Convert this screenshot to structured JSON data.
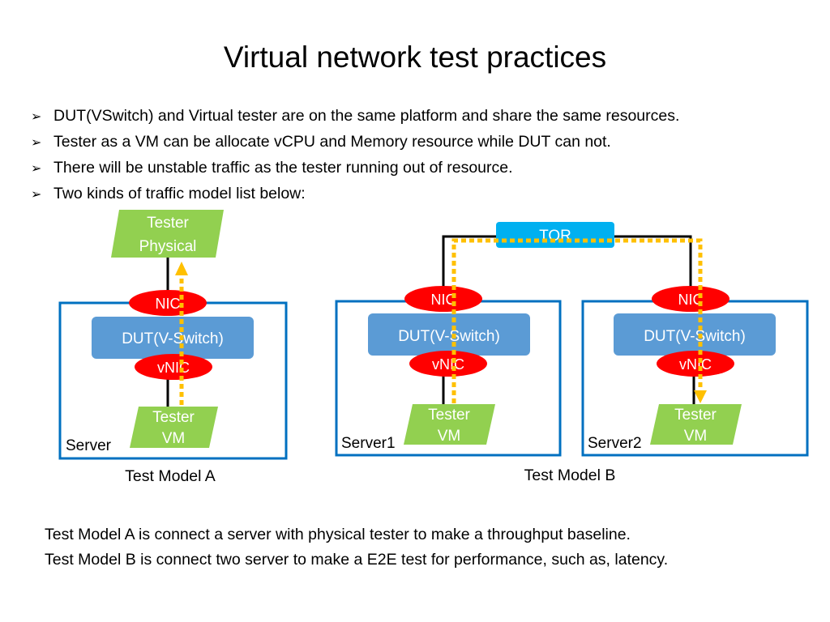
{
  "title": "Virtual network test practices",
  "bullets": [
    "DUT(VSwitch) and Virtual tester are on the same platform and share the same resources.",
    "Tester as a VM can be allocate vCPU and Memory resource while DUT can not.",
    "There will be unstable traffic as the tester running out of resource.",
    "Two kinds of traffic model list below:"
  ],
  "diagram": {
    "tester_physical": [
      "Tester",
      "Physical"
    ],
    "nic_label": "NIC",
    "vnic_label": "vNIC",
    "dut_label": "DUT(V-Switch)",
    "tester_vm": [
      "Tester",
      "VM"
    ],
    "tor_label": "TOR",
    "server_a_label": "Server",
    "server1_label": "Server1",
    "server2_label": "Server2",
    "model_a_caption": "Test Model A",
    "model_b_caption": "Test Model B",
    "colors": {
      "green": "#92d050",
      "red": "#ff0000",
      "blue_box": "#5b9bd5",
      "border": "#0070c0",
      "tor": "#00b0f0",
      "dash": "#ffc000"
    }
  },
  "footer": [
    "Test Model A is connect a server with physical tester to make a throughput baseline.",
    "Test Model B is connect two server to make a E2E test for performance, such as, latency."
  ]
}
